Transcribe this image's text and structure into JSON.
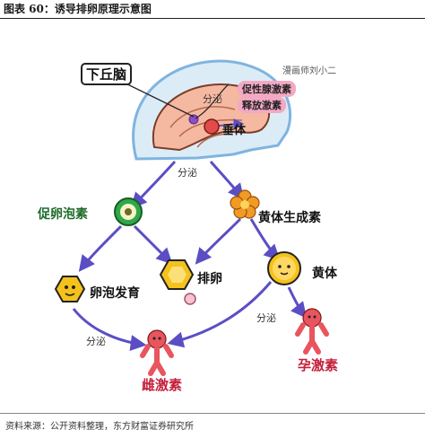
{
  "figure": {
    "caption": "图表 60：诱导排卵原理示意图",
    "source": "资料来源：公开资料整理，东方财富证券研究所"
  },
  "diagram": {
    "signature": "漫画师刘小二",
    "hypothalamus": "下丘脑",
    "gnrh": "促性腺激素",
    "release_hormone": "释放激素",
    "pituitary": "垂体",
    "secrete_top": "分泌",
    "secrete_mid": "分泌",
    "fsh": "促卵泡素",
    "lh": "黄体生成素",
    "follicle_dev": "卵泡发育",
    "ovulation": "排卵",
    "corpus_luteum": "黄体",
    "secrete_right": "分泌",
    "secrete_left": "分泌",
    "estrogen": "雌激素",
    "progesterone": "孕激素"
  },
  "colors": {
    "arrow": "#5b4ec4",
    "follicle_yellow": "#f4c21a",
    "brain_pink": "#f5b8a0",
    "cell_green": "#2fa84a",
    "hormone_red": "#e8555e"
  }
}
